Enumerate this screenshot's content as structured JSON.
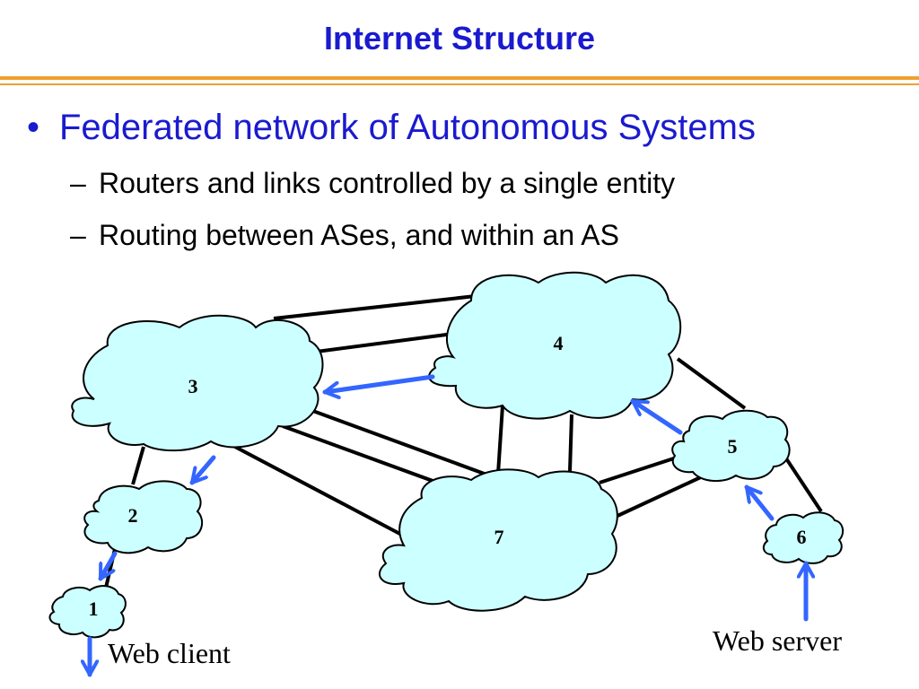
{
  "title": "Internet Structure",
  "bullet": "Federated network of Autonomous Systems",
  "subbullets": [
    "Routers and links controlled by a single entity",
    "Routing between ASes, and within an AS"
  ],
  "nodes": {
    "n1": "1",
    "n2": "2",
    "n3": "3",
    "n4": "4",
    "n5": "5",
    "n6": "6",
    "n7": "7"
  },
  "captions": {
    "client": "Web client",
    "server": "Web server"
  },
  "colors": {
    "title": "#1a1acf",
    "rule": "#f0a030",
    "cloud_fill": "#ccffff",
    "arrow": "#3366ff"
  }
}
